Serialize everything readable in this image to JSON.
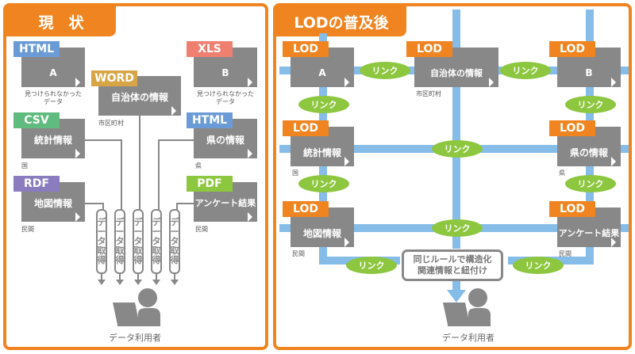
{
  "colors": {
    "panel_border": "#f08420",
    "doc_fill": "#888888",
    "link_fill": "#8dc63f",
    "lod_line": "#85bde8",
    "tag_html": "#6b9bd6",
    "tag_xls": "#ef8070",
    "tag_word": "#d7a545",
    "tag_csv": "#5fbb7e",
    "tag_rdf": "#8b7cc0",
    "tag_pdf": "#8dc63f",
    "tag_lod": "#f08420"
  },
  "current": {
    "title": "現　状",
    "docs": [
      {
        "id": "a",
        "tag": "HTML",
        "label": "A",
        "caption": "見つけられなかった\nデータ"
      },
      {
        "id": "municipal",
        "tag": "WORD",
        "label": "自治体の情報",
        "caption": "市区町村"
      },
      {
        "id": "b",
        "tag": "XLS",
        "label": "B",
        "caption": "見つけられなかった\nデータ"
      },
      {
        "id": "stats",
        "tag": "CSV",
        "label": "統計情報",
        "caption": "国"
      },
      {
        "id": "pref",
        "tag": "HTML",
        "label": "県の情報",
        "caption": "県"
      },
      {
        "id": "map",
        "tag": "RDF",
        "label": "地図情報",
        "caption": "民間"
      },
      {
        "id": "survey",
        "tag": "PDF",
        "label": "アンケート結果",
        "caption": "民間"
      }
    ],
    "acquisition_label": [
      "デ",
      "ー",
      "タ",
      "取",
      "得"
    ],
    "user_label": "データ利用者"
  },
  "after": {
    "title": "LODの普及後",
    "lod_tag": "LOD",
    "link_label": "リンク",
    "docs": [
      {
        "id": "a",
        "label": "A",
        "caption": ""
      },
      {
        "id": "municipal",
        "label": "自治体の情報",
        "caption": "市区町村"
      },
      {
        "id": "b",
        "label": "B",
        "caption": ""
      },
      {
        "id": "stats",
        "label": "統計情報",
        "caption": "国"
      },
      {
        "id": "pref",
        "label": "県の情報",
        "caption": "県"
      },
      {
        "id": "map",
        "label": "地図情報",
        "caption": "民間"
      },
      {
        "id": "survey",
        "label": "アンケート結果",
        "caption": "民間"
      }
    ],
    "rule_box": [
      "同じルールで構造化",
      "関連情報と紐付け"
    ],
    "user_label": "データ利用者"
  }
}
